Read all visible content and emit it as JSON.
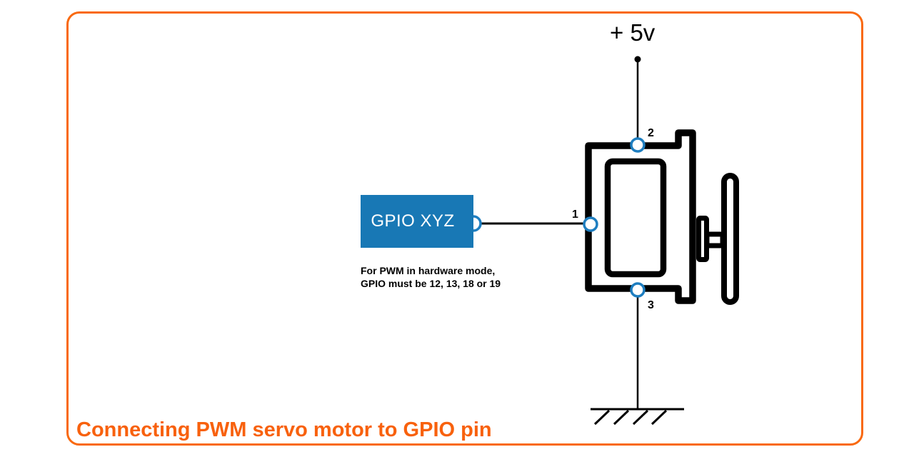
{
  "diagram": {
    "title": "Connecting PWM servo motor to GPIO pin",
    "power_label": "+ 5v",
    "gpio_label": "GPIO XYZ",
    "note_line1": "For PWM in hardware mode,",
    "note_line2": "GPIO must be 12, 13, 18 or 19",
    "pin_labels": {
      "signal": "1",
      "power": "2",
      "ground": "3"
    },
    "colors": {
      "frame_orange": "#f9690f",
      "title_orange": "#f8610d",
      "gpio_box_blue": "#1878b5",
      "pin_ring_blue": "#1e7ec0",
      "wire_black": "#000000",
      "shape_fill_white": "#ffffff"
    }
  }
}
